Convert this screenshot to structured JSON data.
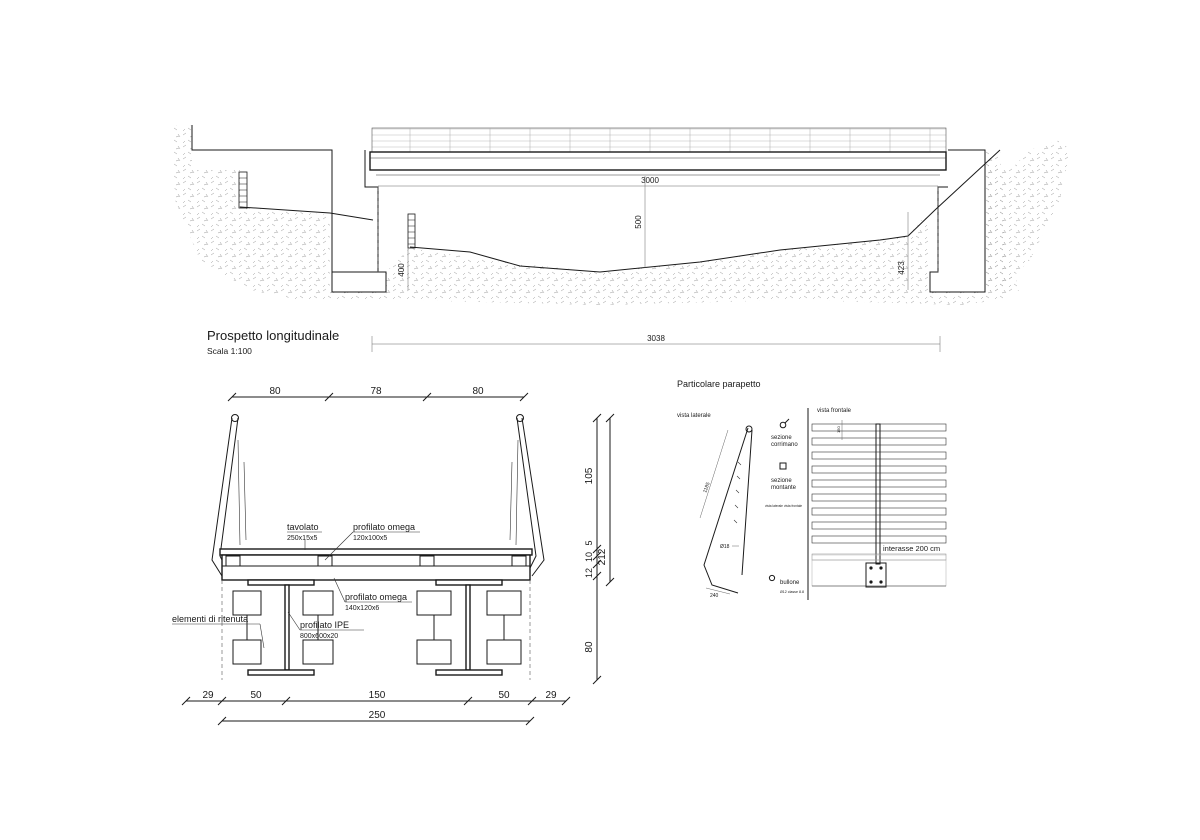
{
  "elevation": {
    "title": "Prospetto longitudinale",
    "scale": "Scala 1:100",
    "dims": {
      "span": "3000",
      "height": "500",
      "left_abutment": "400",
      "right_abutment": "423",
      "total": "3038"
    }
  },
  "section": {
    "top_dims": [
      "80",
      "78",
      "80"
    ],
    "bottom_dims": [
      "29",
      "50",
      "150",
      "50",
      "29"
    ],
    "total_width": "250",
    "right_dims": [
      "105",
      "5",
      "10",
      "12",
      "80"
    ],
    "total_height": "212",
    "labels": {
      "tavolato": "tavolato",
      "tavolato_size": "250x15x5",
      "omega_top": "profilato omega",
      "omega_top_size": "120x100x5",
      "omega_bottom": "profilato omega",
      "omega_bottom_size": "140x120x6",
      "ipe": "profilato IPE",
      "ipe_size": "800x600x20",
      "ritenuta": "elementi di ritenuta"
    }
  },
  "detail": {
    "title": "Particolare parapetto",
    "side_view": "vista laterale",
    "front_view": "vista frontale",
    "section_handrail_1": "sezione",
    "section_handrail_2": "corrimano",
    "section_post_1": "sezione",
    "section_post_2": "montante",
    "small_side": "vista laterale",
    "small_front": "vista frontale",
    "spacing": "interasse 200 cm",
    "bolt": "bullone",
    "bolt_spec": "Ø12 classe 8.8",
    "dim_1185": "1185",
    "dim_240": "240",
    "dim_d18": "Ø18",
    "dim_150": "150"
  }
}
